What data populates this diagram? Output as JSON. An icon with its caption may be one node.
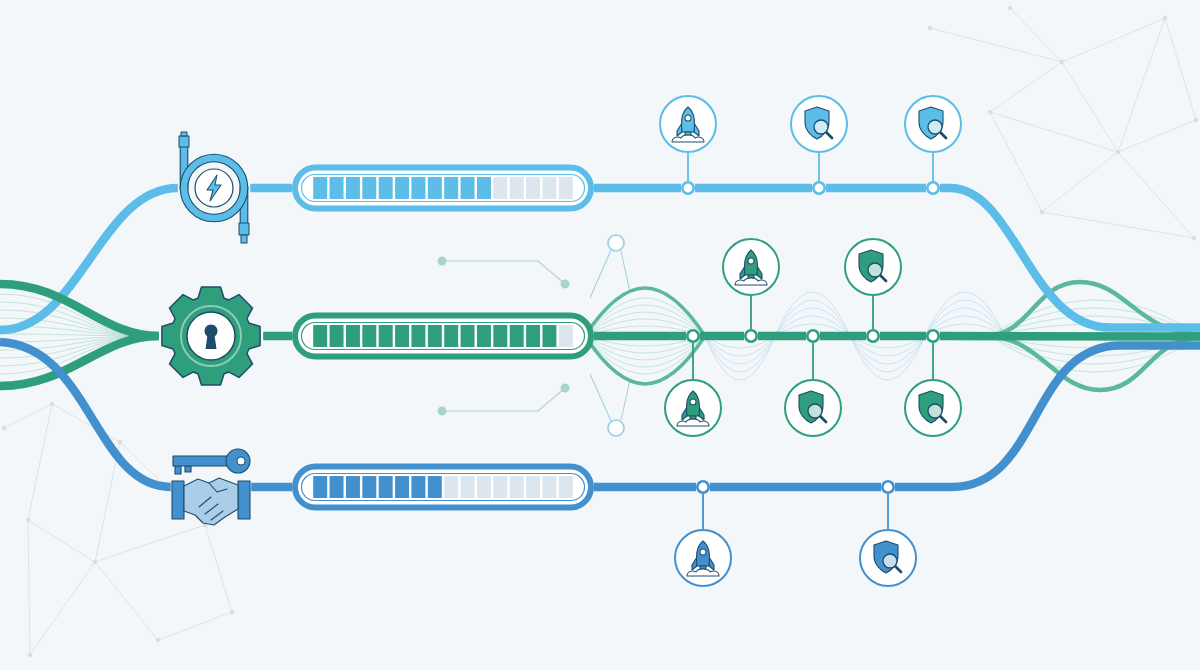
{
  "diagram": {
    "nodes": [
      {
        "text": [],
        "shape": "picture"
      },
      {
        "text": [],
        "shape": "picture"
      },
      {
        "text": [],
        "shape": "picture"
      },
      {
        "text": [],
        "shape": "bar"
      },
      {
        "text": [],
        "shape": "bar"
      },
      {
        "text": [],
        "shape": "bar"
      },
      {
        "text": [],
        "shape": "circle"
      },
      {
        "text": [],
        "shape": "circle"
      },
      {
        "text": [],
        "shape": "circle"
      },
      {
        "text": [],
        "shape": "circle"
      },
      {
        "text": [],
        "shape": "circle"
      },
      {
        "text": [],
        "shape": "circle"
      },
      {
        "text": [],
        "shape": "circle"
      },
      {
        "text": [],
        "shape": "circle"
      },
      {
        "text": [],
        "shape": "circle"
      },
      {
        "text": [],
        "shape": "circle"
      },
      {
        "text": [],
        "shape": "circle"
      },
      {
        "text": [],
        "shape": "circle"
      },
      {
        "text": [],
        "shape": "circle"
      },
      {
        "text": [],
        "shape": "circle"
      },
      {
        "text": [],
        "shape": "circle"
      },
      {
        "text": [],
        "shape": "circle"
      },
      {
        "text": [],
        "shape": "circle"
      },
      {
        "text": [],
        "shape": "circle"
      },
      {
        "text": [],
        "shape": "circle"
      },
      {
        "text": [],
        "shape": "circle"
      }
    ],
    "edges": [
      {
        "from": null,
        "to": 0,
        "arrow": "none",
        "color": "#5bbde8"
      },
      {
        "from": null,
        "to": 1,
        "arrow": "none"
      },
      {
        "from": null,
        "to": 1,
        "arrow": "none"
      },
      {
        "from": null,
        "to": 2,
        "arrow": "none",
        "color": "#4390cf"
      },
      {
        "from": 0,
        "to": 3,
        "arrow": "none",
        "color": "#5bbde8"
      },
      {
        "from": 1,
        "to": 4,
        "arrow": "none"
      },
      {
        "from": 2,
        "to": 5,
        "arrow": "none",
        "color": "#4390cf"
      },
      {
        "from": 3,
        "to": 9,
        "arrow": "none",
        "color": "#5bbde8"
      },
      {
        "from": 9,
        "to": 10,
        "arrow": "none",
        "color": "#5bbde8"
      },
      {
        "from": 10,
        "to": 11,
        "arrow": "none",
        "color": "#5bbde8"
      },
      {
        "from": 11,
        "to": null,
        "arrow": "none",
        "color": "#5bbde8"
      },
      {
        "from": 4,
        "to": 14,
        "arrow": "none"
      },
      {
        "from": 14,
        "to": 15,
        "arrow": "none"
      },
      {
        "from": 15,
        "to": 16,
        "arrow": "none"
      },
      {
        "from": 16,
        "to": 17,
        "arrow": "none"
      },
      {
        "from": 17,
        "to": 18,
        "arrow": "none"
      },
      {
        "from": 18,
        "to": null,
        "arrow": "none"
      },
      {
        "from": 5,
        "to": 22,
        "arrow": "none",
        "color": "#4390cf"
      },
      {
        "from": 22,
        "to": 23,
        "arrow": "none",
        "color": "#4390cf"
      },
      {
        "from": 23,
        "to": null,
        "arrow": "none",
        "color": "#4390cf"
      },
      {
        "from": 6,
        "to": 9,
        "arrow": "none",
        "color": "#5bbde8"
      },
      {
        "from": 7,
        "to": 10,
        "arrow": "none",
        "color": "#5bbde8"
      },
      {
        "from": 8,
        "to": 11,
        "arrow": "none",
        "color": "#5bbde8"
      },
      {
        "from": 12,
        "to": 15,
        "arrow": "none"
      },
      {
        "from": 13,
        "to": 17,
        "arrow": "none"
      },
      {
        "from": 19,
        "to": 14,
        "arrow": "none"
      },
      {
        "from": 20,
        "to": 16,
        "arrow": "none"
      },
      {
        "from": 21,
        "to": 18,
        "arrow": "none"
      },
      {
        "from": 24,
        "to": 22,
        "arrow": "none",
        "color": "#4390cf"
      },
      {
        "from": 25,
        "to": 23,
        "arrow": "none",
        "color": "#4390cf"
      }
    ]
  }
}
